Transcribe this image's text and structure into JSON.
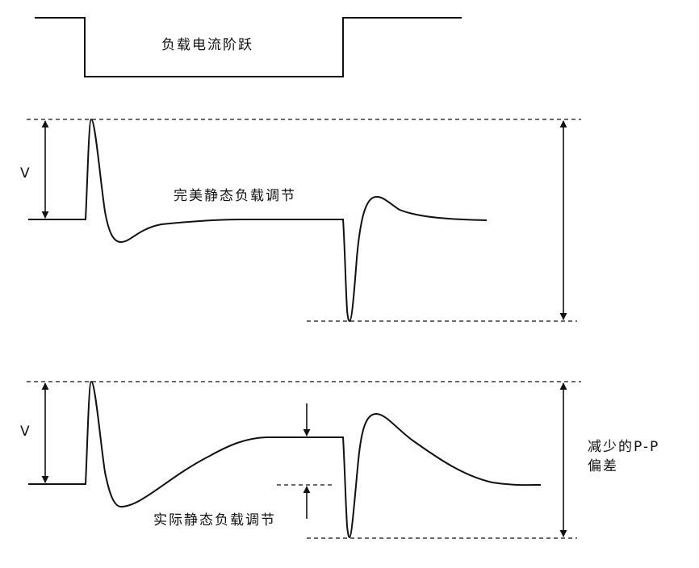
{
  "labels": {
    "load_step": "负载电流阶跃",
    "perfect_regulation": "完美静态负载调节",
    "actual_regulation": "实际静态负载调节",
    "v_top": "V",
    "v_bottom": "V",
    "reduced_pp_line1": "减少的P-P",
    "reduced_pp_line2": "偏差"
  },
  "colors": {
    "stroke": "#111111",
    "background": "#ffffff"
  }
}
